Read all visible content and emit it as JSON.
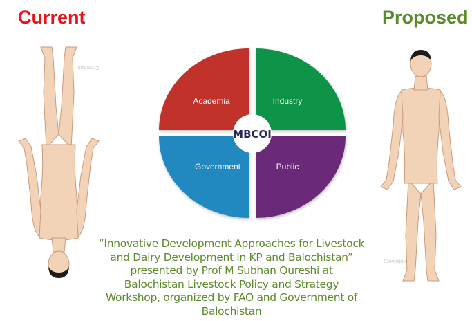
{
  "headings": {
    "current": "Current",
    "proposed": "Proposed"
  },
  "diagram": {
    "center_label": "MBCOI",
    "quadrants": [
      {
        "label": "Academia",
        "color": "#c0302b"
      },
      {
        "label": "Industry",
        "color": "#0e9448"
      },
      {
        "label": "Government",
        "color": "#2389c0"
      },
      {
        "label": "Public",
        "color": "#6b2979"
      }
    ]
  },
  "watermarks": {
    "current": "Crowdpix",
    "proposed": "Crowdpix"
  },
  "caption": {
    "lines": [
      "“Innovative Development Approaches for Livestock",
      "and Dairy Development in KP and Balochistan”",
      "presented by Prof M Subhan Qureshi at",
      "Balochistan Livestock Policy and Strategy",
      "Workshop, organized by FAO and Government of",
      "Balochistan"
    ]
  },
  "colors": {
    "current_heading": "#e8141b",
    "proposed_heading": "#5b8a2a",
    "caption_text": "#5d8a2c",
    "skin": "#f3d3b8",
    "hair": "#1b1b1b"
  }
}
